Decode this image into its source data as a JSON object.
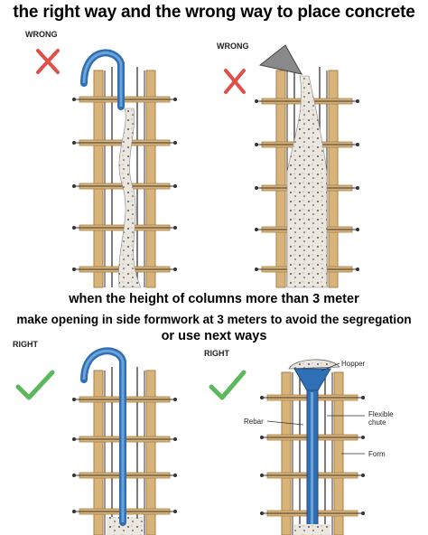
{
  "title": "the right way and the wrong way to place concrete",
  "panels": {
    "wrong_1": {
      "label": "WRONG",
      "mark": "X"
    },
    "wrong_2": {
      "label": "WRONG",
      "mark": "X"
    },
    "right_1": {
      "label": "RIGHT",
      "mark": "check"
    },
    "right_2": {
      "label": "RIGHT",
      "mark": "check"
    }
  },
  "notes": {
    "line1": "when the height of columns more than 3 meter",
    "line2": "make opening in side formwork at 3 meters to avoid the segregation",
    "line3": "or use next ways"
  },
  "callouts": {
    "hopper": "Hopper",
    "flexible_chute": "Flexible chute",
    "rebar": "Rebar",
    "form": "Form"
  },
  "colors": {
    "wrong_mark": "#e0504a",
    "right_mark": "#5cb85c",
    "pipe": "#2f6fb5",
    "pipe_light": "#6ea3d8",
    "timber": "#d9b47a",
    "timber_dark": "#a87f45",
    "concrete": "#e8e4dc"
  }
}
